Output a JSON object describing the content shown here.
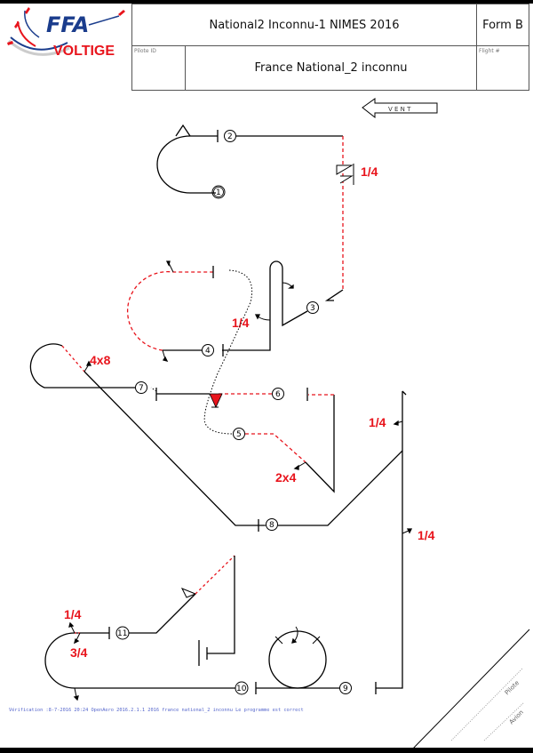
{
  "header": {
    "logo_text_top": "FFA",
    "logo_text_bottom": "VOLTIGE",
    "title": "National2 Inconnu-1 NIMES 2016",
    "form": "Form B",
    "pilot_id_label": "Pilote ID",
    "sequence_name": "France National_2 inconnu",
    "flight_label": "Flight #"
  },
  "wind": {
    "label": "V E N T",
    "direction": "left"
  },
  "figures": [
    {
      "number": "1",
      "roll_labels": []
    },
    {
      "number": "2",
      "roll_labels": [
        "1/4"
      ]
    },
    {
      "number": "3",
      "roll_labels": [
        "1/4"
      ]
    },
    {
      "number": "4",
      "roll_labels": []
    },
    {
      "number": "5",
      "roll_labels": [
        "2x4"
      ]
    },
    {
      "number": "6",
      "roll_labels": []
    },
    {
      "number": "7",
      "roll_labels": [
        "4x8"
      ]
    },
    {
      "number": "8",
      "roll_labels": [
        "1/4",
        "1/4"
      ]
    },
    {
      "number": "9",
      "roll_labels": []
    },
    {
      "number": "10",
      "roll_labels": []
    },
    {
      "number": "11",
      "roll_labels": [
        "1/4",
        "3/4"
      ]
    }
  ],
  "labels": {
    "fig2_roll": "1/4",
    "fig3_roll": "1/4",
    "fig7_roll": "4x8",
    "fig5_roll": "2x4",
    "fig8_roll_a": "1/4",
    "fig8_roll_b": "1/4",
    "fig11_roll_a": "1/4",
    "fig11_roll_b": "3/4"
  },
  "corner": {
    "pilot_label": "Pilote",
    "aircraft_label": "Avion"
  },
  "footer": "Vérification :8-7-2016 20:24 OpenAero 2016.2.1.1 2016 france national_2 inconnu Le programme est correct",
  "colors": {
    "line": "#000000",
    "negative": "#e8141c",
    "logo_blue": "#1a3c8c",
    "logo_red": "#e8141c",
    "footer": "#5566cc"
  }
}
